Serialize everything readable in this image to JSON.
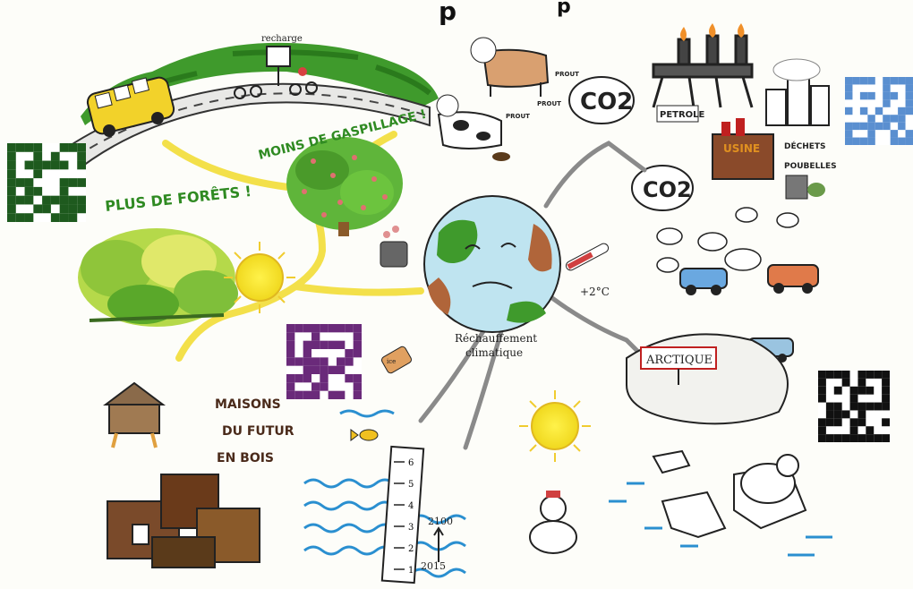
{
  "texts": {
    "title_fragment": "p",
    "recharge": "recharge",
    "moins_gaspillage": "MOINS DE GASPILLAGE !",
    "plus_forets": "PLUS DE FORÊTS !",
    "prout1": "PROUT",
    "prout2": "PROUT",
    "prout3": "PROUT",
    "co2_top": "CO2",
    "co2_mid": "CO2",
    "petrole": "PETROLE",
    "usine": "USINE",
    "dechets": "DÉCHETS",
    "poubelles": "POUBELLES",
    "temperature": "+2°C",
    "rechauffement_line1": "Réchauffement",
    "rechauffement_line2": "climatique",
    "arctique": "ARCTIQUE",
    "maisons_line1": "MAISONS",
    "maisons_line2": "DU FUTUR",
    "maisons_line3": "EN BOIS",
    "year_2100": "2100",
    "year_2015": "2015",
    "bottle_label": "ice"
  },
  "gauge_marks": [
    "6",
    "5",
    "4",
    "3",
    "2",
    "1"
  ],
  "colors": {
    "qr_green": "#1e5a1e",
    "qr_blue": "#5a8fd0",
    "qr_purple": "#6a2a7a",
    "qr_black": "#111111",
    "sea": "#2a8fd0",
    "sun": "#f4e23c",
    "road": "#3a3a3a"
  },
  "icons": [
    "qr-code-icon",
    "sun-icon",
    "earth-icon",
    "cow-icon",
    "bus-icon",
    "tree-icon",
    "car-icon",
    "factory-icon",
    "oil-rig-icon",
    "polar-bear-icon",
    "snowman-icon",
    "house-icon"
  ]
}
